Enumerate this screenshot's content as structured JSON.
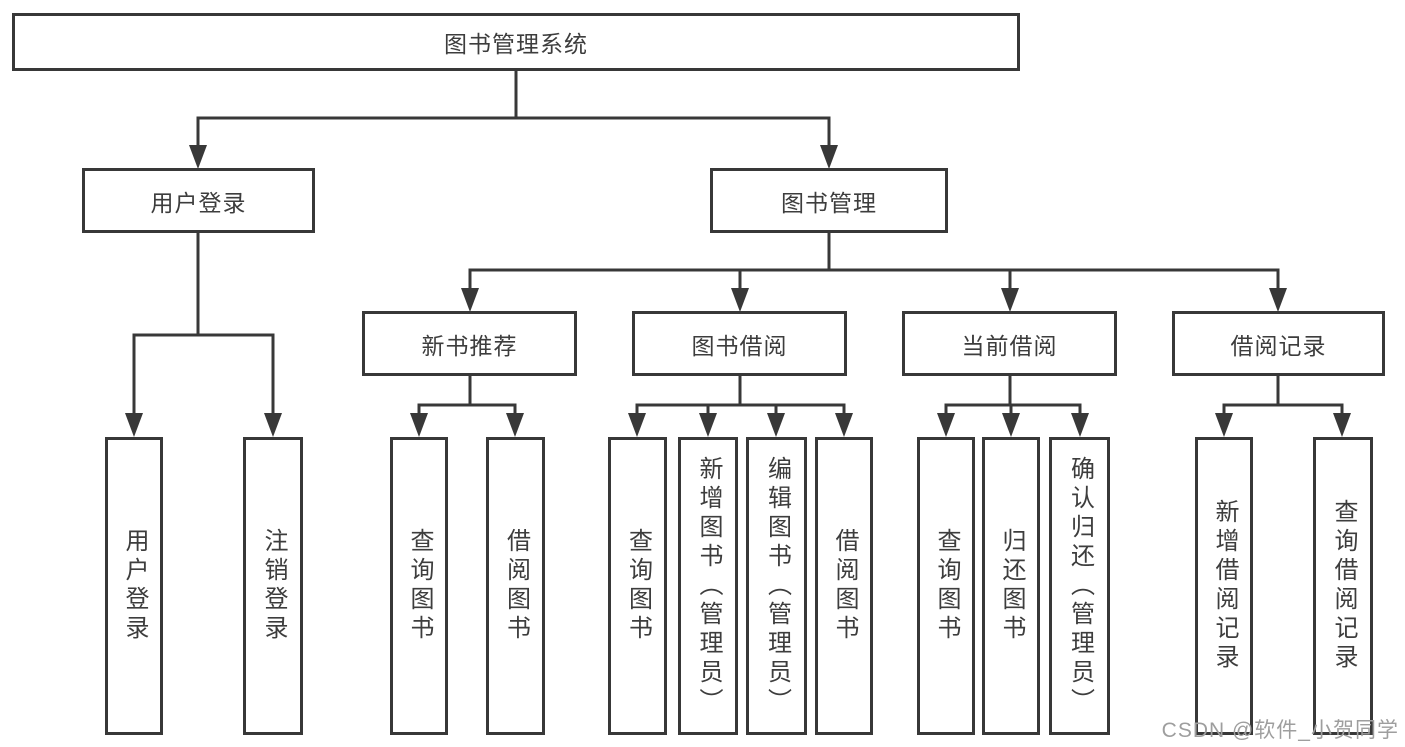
{
  "diagram_title": "图书管理系统",
  "nodes": {
    "root": "图书管理系统",
    "user_login": "用户登录",
    "book_mgmt": "图书管理",
    "new_book_rec": "新书推荐",
    "book_borrow": "图书借阅",
    "current_borrow": "当前借阅",
    "borrow_record": "借阅记录",
    "leaf_user_login": "用户登录",
    "leaf_logout": "注销登录",
    "leaf_rec_query": "查询图书",
    "leaf_rec_borrow": "借阅图书",
    "leaf_bb_query": "查询图书",
    "leaf_bb_add": "新增图书（管理员）",
    "leaf_bb_edit": "编辑图书（管理员）",
    "leaf_bb_borrow": "借阅图书",
    "leaf_cb_query": "查询图书",
    "leaf_cb_return": "归还图书",
    "leaf_cb_confirm": "确认归还（管理员）",
    "leaf_br_add": "新增借阅记录",
    "leaf_br_query": "查询借阅记录"
  },
  "watermark": "CSDN @软件_小贺同学",
  "colors": {
    "line": "#383838",
    "text": "#3d3d3d",
    "watermark": "#9e9e9e",
    "background": "#ffffff"
  }
}
